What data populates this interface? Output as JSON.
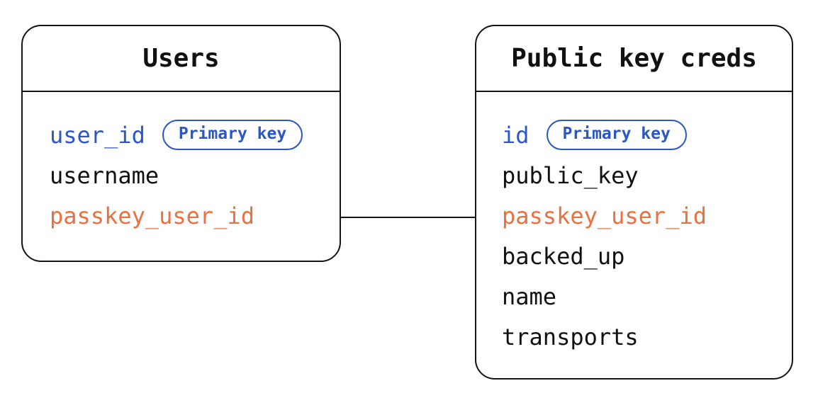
{
  "diagram": {
    "tables": [
      {
        "id": "users",
        "title": "Users",
        "fields": [
          {
            "name": "user_id",
            "color": "blue",
            "badge": "Primary key"
          },
          {
            "name": "username",
            "color": "black"
          },
          {
            "name": "passkey_user_id",
            "color": "orange"
          }
        ]
      },
      {
        "id": "public-key-creds",
        "title": "Public key creds",
        "fields": [
          {
            "name": "id",
            "color": "blue",
            "badge": "Primary key"
          },
          {
            "name": "public_key",
            "color": "black"
          },
          {
            "name": "passkey_user_id",
            "color": "orange"
          },
          {
            "name": "backed_up",
            "color": "black"
          },
          {
            "name": "name",
            "color": "black"
          },
          {
            "name": "transports",
            "color": "black"
          }
        ]
      }
    ],
    "relationship": {
      "from_table": "Users",
      "from_field": "passkey_user_id",
      "to_table": "Public key creds",
      "to_field": "passkey_user_id"
    },
    "colors": {
      "primary_key_blue": "#2a56c6",
      "foreign_key_orange": "#e97040",
      "text_black": "#111111",
      "line_black": "#141414",
      "background": "#ffffff"
    }
  }
}
